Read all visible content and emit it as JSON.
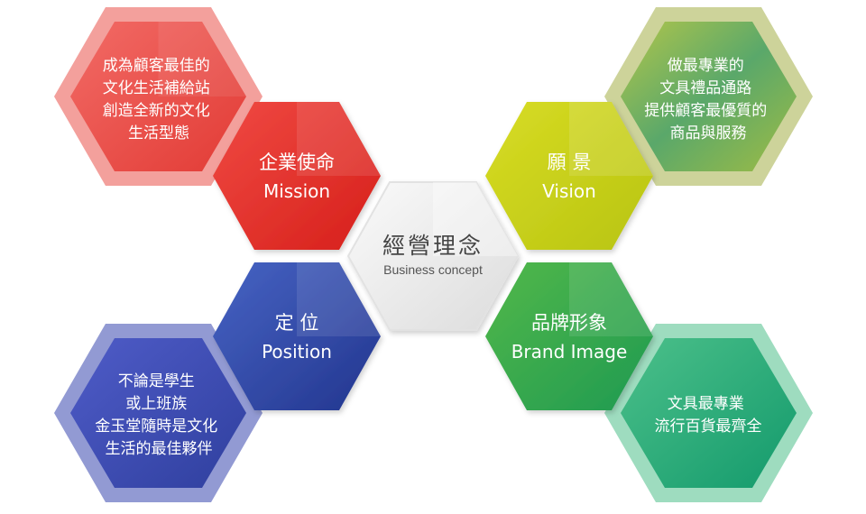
{
  "center": {
    "title": "經營理念",
    "subtitle": "Business concept"
  },
  "mission": {
    "title": "企業使命",
    "subtitle": "Mission",
    "detail": [
      "成為顧客最佳的",
      "文化生活補給站",
      "創造全新的文化",
      "生活型態"
    ]
  },
  "vision": {
    "title": "願 景",
    "subtitle": "Vision",
    "detail": [
      "做最專業的",
      "文具禮品通路",
      "提供顧客最優質的",
      "商品與服務"
    ]
  },
  "position": {
    "title": "定 位",
    "subtitle": "Position",
    "detail": [
      "不論是學生",
      "或上班族",
      "金玉堂隨時是文化",
      "生活的最佳夥伴"
    ]
  },
  "brand": {
    "title": "品牌形象",
    "subtitle": "Brand Image",
    "detail": [
      "文具最專業",
      "流行百貨最齊全"
    ]
  },
  "colors": {
    "mission": "#e8302b",
    "mission_light": "#f08a86",
    "vision": "#c7cf1a",
    "vision_light": "#c9d27e",
    "vision_detail": "#8fb85a",
    "position": "#2f4aa8",
    "position_light": "#8a96cf",
    "brand": "#3aa845",
    "brand_light": "#8fd7b0",
    "brand_detail": "#22a87a",
    "center": "#ececec"
  }
}
